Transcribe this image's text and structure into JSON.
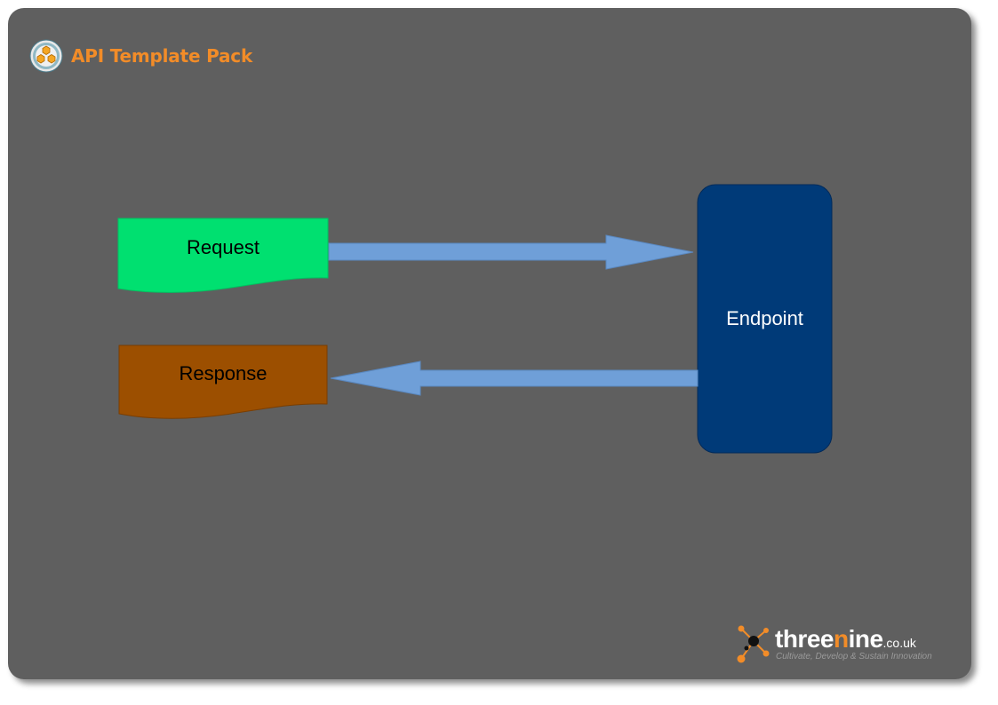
{
  "header": {
    "title": "API Template Pack",
    "logo_icon": "hexagon-cluster-logo-icon"
  },
  "diagram": {
    "nodes": {
      "request": {
        "label": "Request",
        "shape": "document",
        "color": "#00e070"
      },
      "response": {
        "label": "Response",
        "shape": "document",
        "color": "#9c4f00"
      },
      "endpoint": {
        "label": "Endpoint",
        "shape": "rounded-rectangle",
        "color": "#003a78"
      }
    },
    "edges": [
      {
        "from": "request",
        "to": "endpoint",
        "style": "block-arrow",
        "color": "#6f9fd8"
      },
      {
        "from": "endpoint",
        "to": "response",
        "style": "block-arrow",
        "color": "#6f9fd8"
      }
    ]
  },
  "footer": {
    "brand_prefix": "three",
    "brand_highlight": "n",
    "brand_suffix": "ine",
    "brand_domain": ".co.uk",
    "tagline": "Cultivate, Develop & Sustain Innovation",
    "accent_color": "#f28c28"
  },
  "colors": {
    "panel_background": "#5f5f5f",
    "title_accent": "#f28c28"
  }
}
